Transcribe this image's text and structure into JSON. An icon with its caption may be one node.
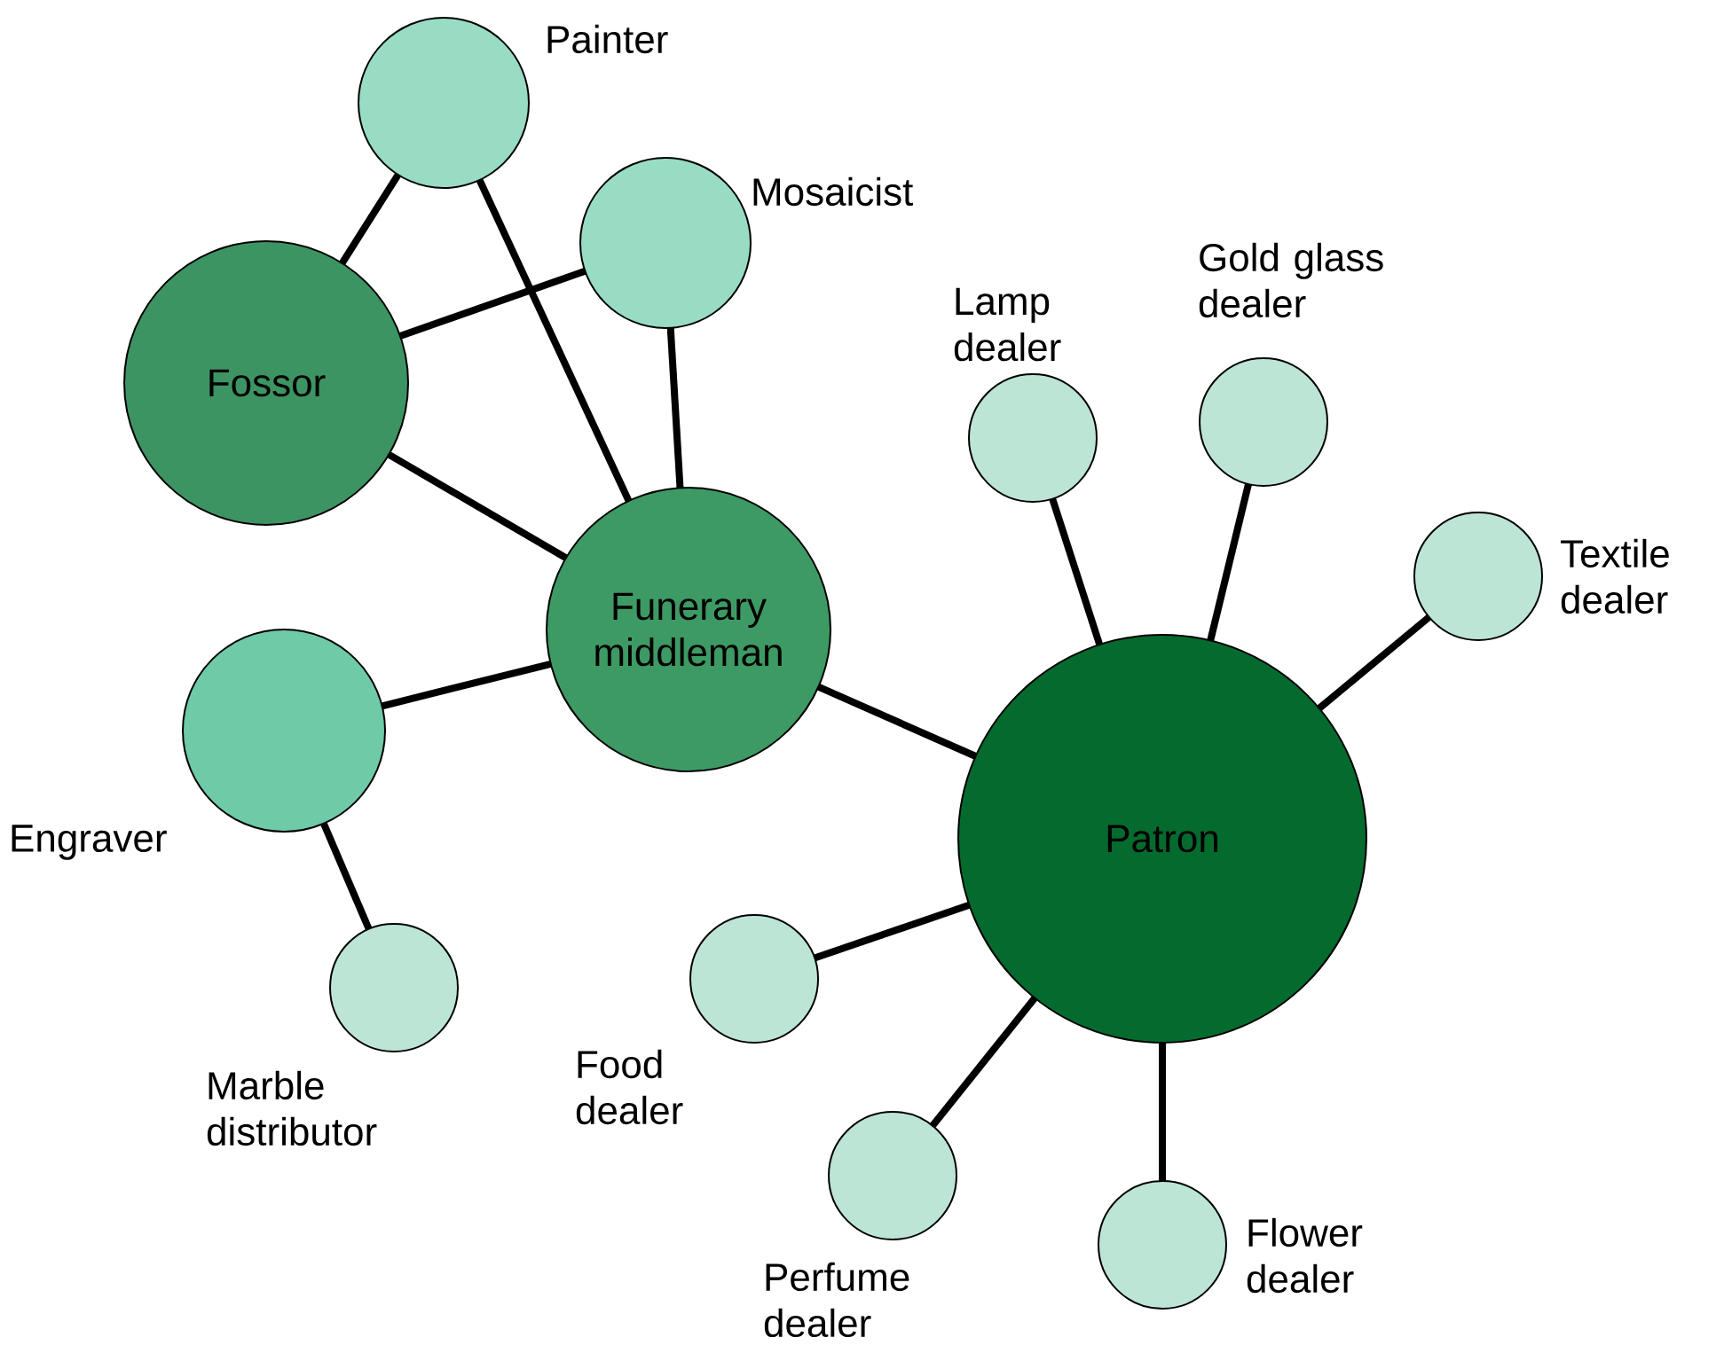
{
  "diagram": {
    "nodes": [
      {
        "text": [
          "Painter"
        ]
      },
      {
        "text": [
          "Mosaicist"
        ]
      },
      {
        "text": [
          "Fossor"
        ]
      },
      {
        "text": [
          "Funerary middleman"
        ]
      },
      {
        "text": [
          "Engraver"
        ]
      },
      {
        "text": [
          "Marble distributor"
        ]
      },
      {
        "text": [
          "Lamp dealer"
        ]
      },
      {
        "text": [
          "Gold glass dealer"
        ]
      },
      {
        "text": [
          "Textile dealer"
        ]
      },
      {
        "text": [
          "Patron"
        ]
      },
      {
        "text": [
          "Food dealer"
        ]
      },
      {
        "text": [
          "Perfume dealer"
        ]
      },
      {
        "text": [
          "Flower dealer"
        ]
      }
    ],
    "edges": [
      {
        "from": 0,
        "to": 2,
        "arrow": "none"
      },
      {
        "from": 0,
        "to": 3,
        "arrow": "none"
      },
      {
        "from": 1,
        "to": 2,
        "arrow": "none"
      },
      {
        "from": 1,
        "to": 3,
        "arrow": "none"
      },
      {
        "from": 2,
        "to": 3,
        "arrow": "none"
      },
      {
        "from": 3,
        "to": 4,
        "arrow": "none"
      },
      {
        "from": 4,
        "to": 5,
        "arrow": "none"
      },
      {
        "from": 3,
        "to": 9,
        "arrow": "none"
      },
      {
        "from": 9,
        "to": 6,
        "arrow": "none"
      },
      {
        "from": 9,
        "to": 7,
        "arrow": "none"
      },
      {
        "from": 9,
        "to": 8,
        "arrow": "none"
      },
      {
        "from": 9,
        "to": 10,
        "arrow": "none"
      },
      {
        "from": 9,
        "to": 11,
        "arrow": "none"
      },
      {
        "from": 9,
        "to": 12,
        "arrow": "none"
      }
    ]
  }
}
